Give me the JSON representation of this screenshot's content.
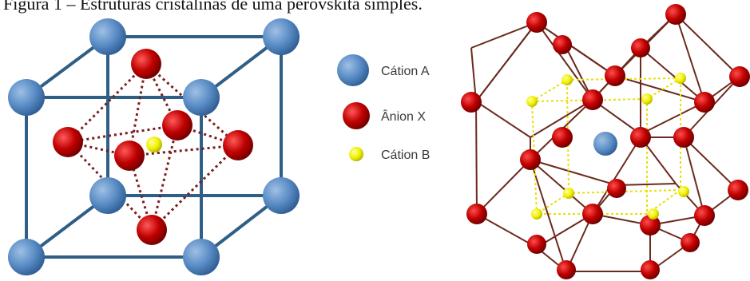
{
  "caption": "Figura 1 – Estruturas cristalinas de uma perovskita simples.",
  "legend": [
    {
      "key": "cation_a",
      "label": "Cátion A",
      "color": "#4f81bd"
    },
    {
      "key": "anion_x",
      "label": "Ânion X",
      "color": "#c00000"
    },
    {
      "key": "cation_b",
      "label": "Cátion B",
      "color": "#e8e800"
    }
  ],
  "colors": {
    "cube_edge": "#2f5f86",
    "octahedron_edge": "#7a1d1d",
    "right_bond": "#6b2a1e",
    "right_cell": "#e8e000"
  }
}
